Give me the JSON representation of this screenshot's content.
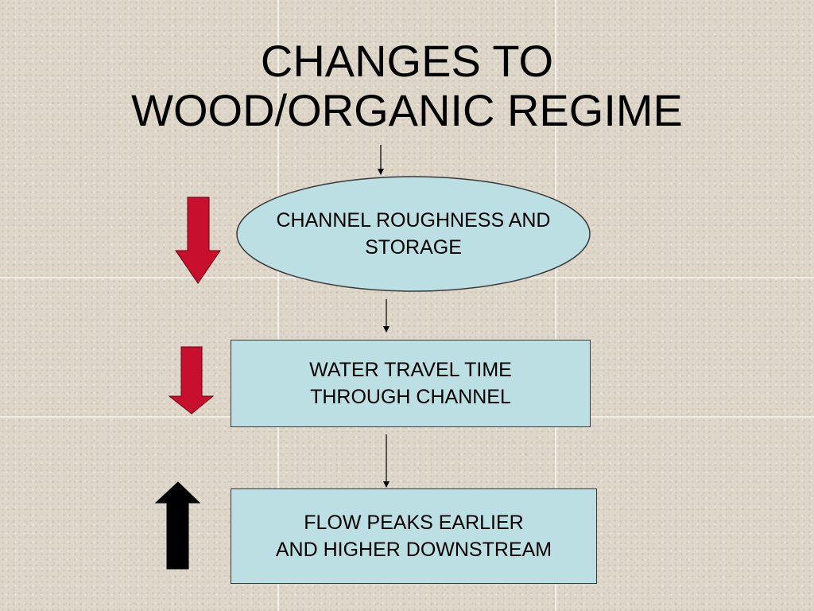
{
  "title": {
    "line1": "CHANGES TO",
    "line2": "WOOD/ORGANIC REGIME"
  },
  "nodes": [
    {
      "id": "channel-roughness",
      "shape": "ellipse",
      "lines": [
        "CHANNEL ROUGHNESS AND",
        "STORAGE"
      ]
    },
    {
      "id": "water-travel-time",
      "shape": "rect",
      "lines": [
        "WATER TRAVEL TIME",
        "THROUGH CHANNEL"
      ]
    },
    {
      "id": "flow-peaks",
      "shape": "rect",
      "lines": [
        "FLOW PEAKS EARLIER",
        "AND HIGHER DOWNSTREAM"
      ]
    }
  ],
  "indicators": [
    {
      "node": "channel-roughness",
      "direction": "down",
      "color": "#c8102e"
    },
    {
      "node": "water-travel-time",
      "direction": "down",
      "color": "#c8102e"
    },
    {
      "node": "flow-peaks",
      "direction": "up",
      "color": "#000000"
    }
  ],
  "colors": {
    "node_fill": "#bcdfe3",
    "node_border": "#3a3a3a",
    "decrease_arrow": "#c8102e",
    "increase_arrow": "#000000"
  }
}
